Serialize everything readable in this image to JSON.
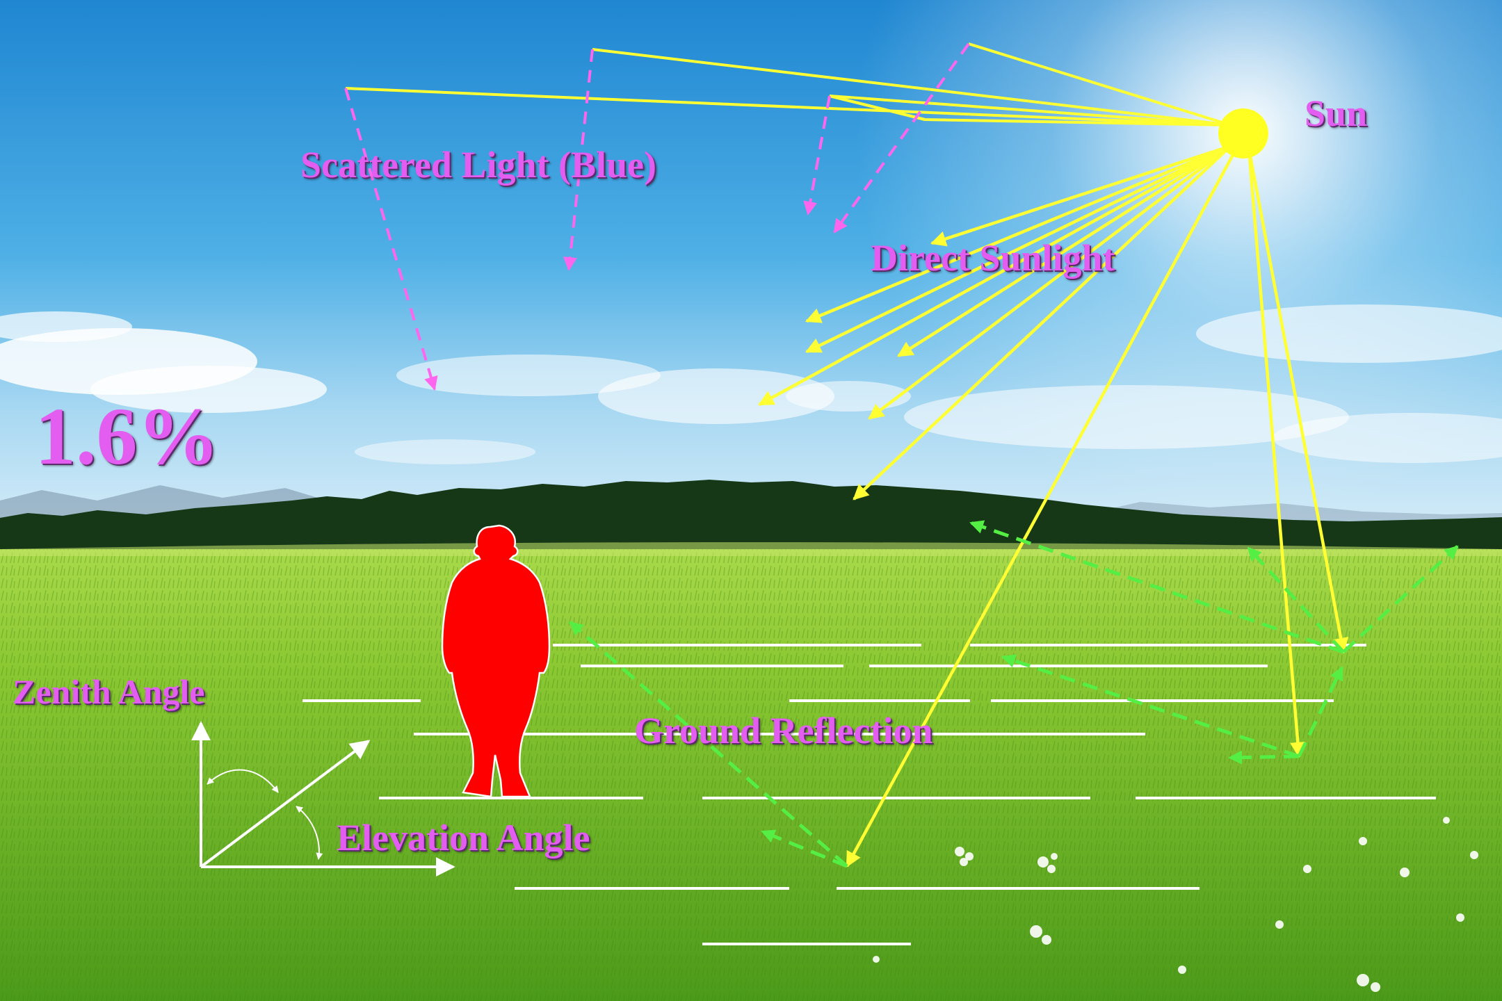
{
  "labels": {
    "sun": "Sun",
    "scattered": "Scattered Light (Blue)",
    "direct": "Direct Sunlight",
    "ground": "Ground Reflection",
    "zenith": "Zenith Angle",
    "elevation": "Elevation Angle",
    "percentage": "1.6%"
  },
  "colors": {
    "sky_top": "#2a8fd6",
    "sky_horizon": "#cfe9f7",
    "grass": "#7bc224",
    "direct_ray": "#ffff33",
    "scattered_ray": "#ff66ee",
    "reflection_ray": "#55ee44",
    "label": "#e35ef0",
    "person": "#ff0000"
  },
  "icons": {
    "sun": "sun-disc",
    "person": "human-silhouette"
  }
}
